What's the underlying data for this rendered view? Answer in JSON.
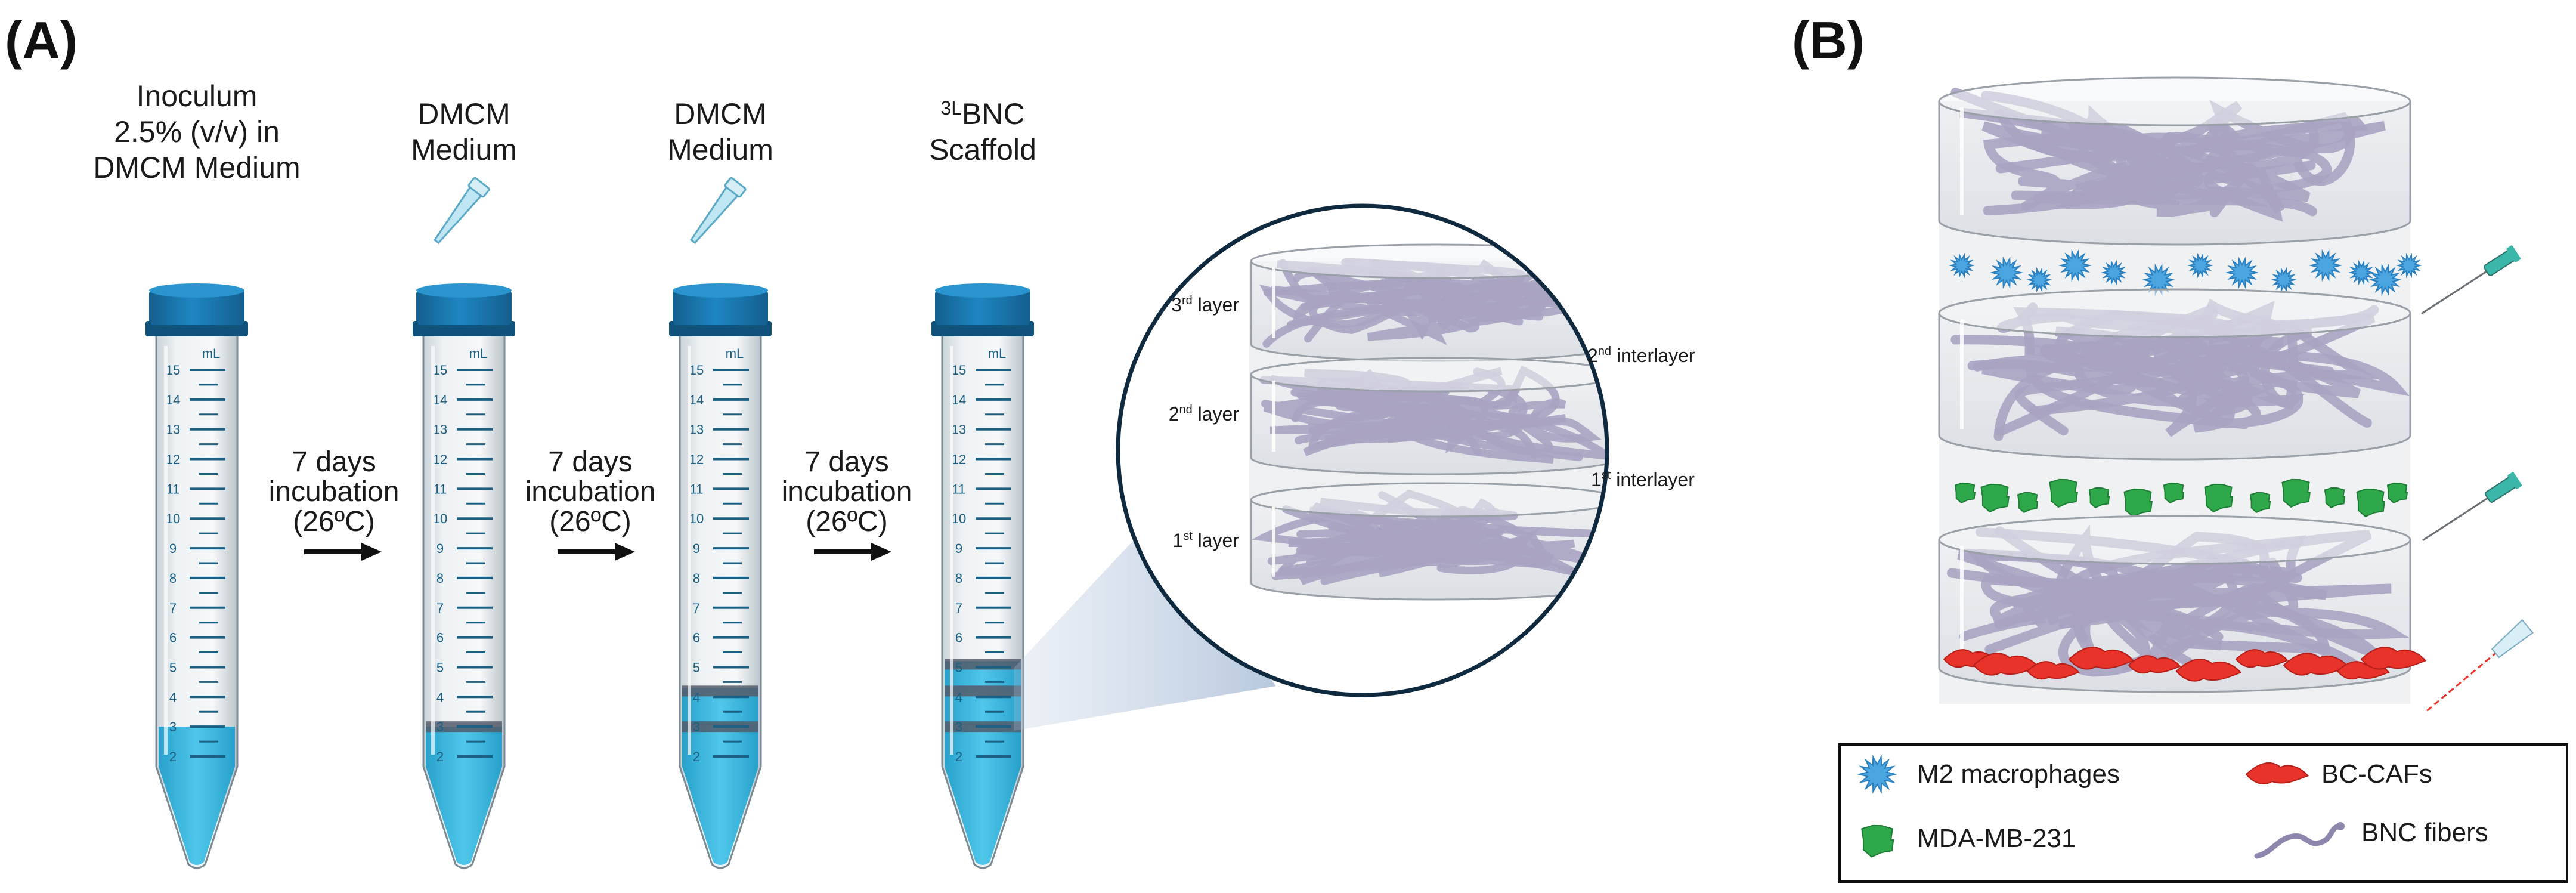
{
  "panels": {
    "a_label": "(A)",
    "b_label": "(B)"
  },
  "tube_headers": [
    {
      "lines": [
        "Inoculum",
        "2.5% (v/v) in",
        "DMCM Medium"
      ]
    },
    {
      "lines": [
        "DMCM",
        "Medium"
      ]
    },
    {
      "lines": [
        "DMCM",
        "Medium"
      ]
    },
    {
      "lines": [
        "BNC",
        "Scaffold"
      ],
      "superscript": "3L"
    }
  ],
  "tube_scale": {
    "unit": "mL",
    "ticks": [
      "15",
      "14",
      "13",
      "12",
      "11",
      "10",
      "9",
      "8",
      "7",
      "6",
      "5",
      "4",
      "3",
      "2"
    ]
  },
  "steps": [
    {
      "lines": [
        "7 days",
        "incubation",
        "(26ºC)"
      ]
    },
    {
      "lines": [
        "7 days",
        "incubation",
        "(26ºC)"
      ]
    },
    {
      "lines": [
        "7 days",
        "incubation",
        "(26ºC)"
      ]
    }
  ],
  "liquid_levels_ml": [
    3,
    3,
    4.3,
    5.2
  ],
  "pellicle_bands_ml": [
    [],
    [
      3
    ],
    [
      3,
      4.2
    ],
    [
      3,
      4.2,
      5.1
    ]
  ],
  "zoom": {
    "layers": [
      {
        "num": "3",
        "sup": "rd",
        "rest": " layer"
      },
      {
        "num": "2",
        "sup": "nd",
        "rest": " layer"
      },
      {
        "num": "1",
        "sup": "st",
        "rest": " layer"
      }
    ],
    "interlayers": [
      {
        "num": "2",
        "sup": "nd",
        "rest": " interlayer"
      },
      {
        "num": "1",
        "sup": "st",
        "rest": " interlayer"
      }
    ]
  },
  "legend": {
    "items": [
      {
        "label": "M2 macrophages",
        "icon": "macrophage-icon"
      },
      {
        "label": "BC-CAFs",
        "icon": "caf-icon"
      },
      {
        "label": "MDA-MB-231",
        "icon": "tumor-cell-icon"
      },
      {
        "label": "BNC fibers",
        "icon": "fiber-icon"
      }
    ]
  },
  "colors": {
    "cap": "#1a78b0",
    "liquid": "#35b8e0",
    "pellicle": "#555a6a",
    "fiber": "#a9a3c1",
    "macrophage": "#4aa5e0",
    "tumor": "#2ea84a",
    "caf": "#e8332b",
    "circle_border": "#0f2a3f"
  }
}
